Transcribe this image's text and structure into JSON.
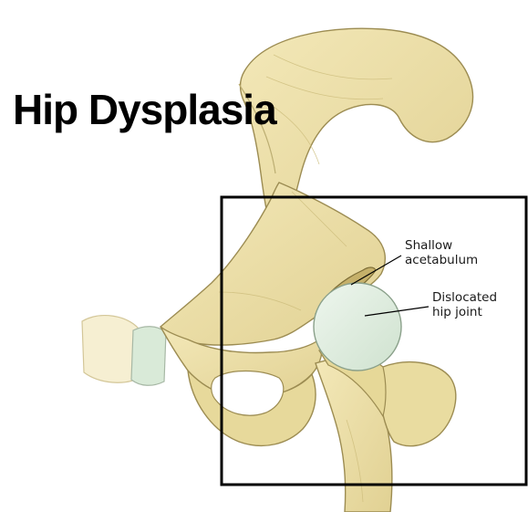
{
  "title": "Hip Dysplasia",
  "callouts": [
    {
      "line1": "Shallow",
      "line2": "acetabulum"
    },
    {
      "line1": "Dislocated",
      "line2": "hip joint"
    }
  ],
  "colors": {
    "bone_fill": "#ecdfa6",
    "bone_outline": "#9c8c52",
    "bone_shadow": "#d6c685",
    "cartilage": "#d9ead8",
    "frame": "#000000"
  }
}
